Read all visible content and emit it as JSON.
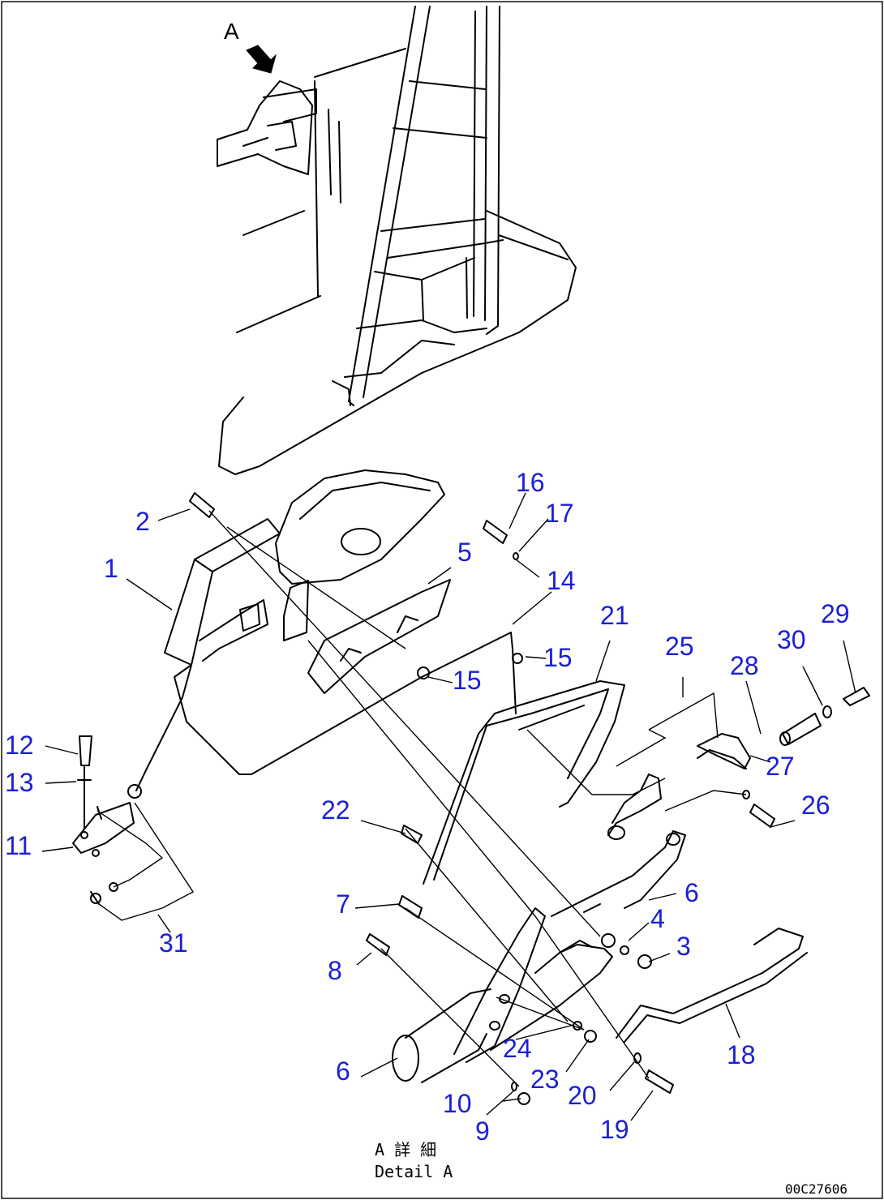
{
  "view_marker": "A",
  "callouts": [
    {
      "id": "c1",
      "text": "1"
    },
    {
      "id": "c2",
      "text": "2"
    },
    {
      "id": "c3",
      "text": "3"
    },
    {
      "id": "c4",
      "text": "4"
    },
    {
      "id": "c5",
      "text": "5"
    },
    {
      "id": "c6a",
      "text": "6"
    },
    {
      "id": "c6b",
      "text": "6"
    },
    {
      "id": "c7",
      "text": "7"
    },
    {
      "id": "c8",
      "text": "8"
    },
    {
      "id": "c9",
      "text": "9"
    },
    {
      "id": "c10",
      "text": "10"
    },
    {
      "id": "c11",
      "text": "11"
    },
    {
      "id": "c12",
      "text": "12"
    },
    {
      "id": "c13",
      "text": "13"
    },
    {
      "id": "c14",
      "text": "14"
    },
    {
      "id": "c15a",
      "text": "15"
    },
    {
      "id": "c15b",
      "text": "15"
    },
    {
      "id": "c16",
      "text": "16"
    },
    {
      "id": "c17",
      "text": "17"
    },
    {
      "id": "c18",
      "text": "18"
    },
    {
      "id": "c19",
      "text": "19"
    },
    {
      "id": "c20",
      "text": "20"
    },
    {
      "id": "c21",
      "text": "21"
    },
    {
      "id": "c22",
      "text": "22"
    },
    {
      "id": "c23",
      "text": "23"
    },
    {
      "id": "c24",
      "text": "24"
    },
    {
      "id": "c25",
      "text": "25"
    },
    {
      "id": "c26",
      "text": "26"
    },
    {
      "id": "c27",
      "text": "27"
    },
    {
      "id": "c28",
      "text": "28"
    },
    {
      "id": "c29",
      "text": "29"
    },
    {
      "id": "c30",
      "text": "30"
    },
    {
      "id": "c31",
      "text": "31"
    }
  ],
  "caption": {
    "japanese": "A 詳 細",
    "english": "Detail A"
  },
  "drawing_code": "00C27606",
  "colors": {
    "callout": "#1a1fd6",
    "line": "#000000",
    "background": "#ffffff"
  }
}
